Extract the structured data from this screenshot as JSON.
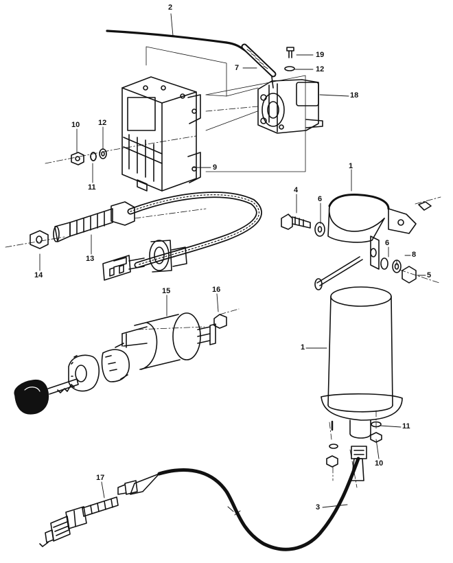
{
  "colors": {
    "ink": "#111111",
    "paper": "#ffffff"
  },
  "callouts": [
    {
      "id": "c2",
      "text": "2"
    },
    {
      "id": "c19",
      "text": "19"
    },
    {
      "id": "c7",
      "text": "7"
    },
    {
      "id": "c12a",
      "text": "12"
    },
    {
      "id": "c18",
      "text": "18"
    },
    {
      "id": "c10a",
      "text": "10"
    },
    {
      "id": "c12b",
      "text": "12"
    },
    {
      "id": "c11a",
      "text": "11"
    },
    {
      "id": "c9",
      "text": "9"
    },
    {
      "id": "c1a",
      "text": "1"
    },
    {
      "id": "c4",
      "text": "4"
    },
    {
      "id": "c6a",
      "text": "6"
    },
    {
      "id": "c13",
      "text": "13"
    },
    {
      "id": "c14",
      "text": "14"
    },
    {
      "id": "c6b",
      "text": "6"
    },
    {
      "id": "c8",
      "text": "8"
    },
    {
      "id": "c5",
      "text": "5"
    },
    {
      "id": "c15",
      "text": "15"
    },
    {
      "id": "c16",
      "text": "16"
    },
    {
      "id": "c1b",
      "text": "1"
    },
    {
      "id": "c11b",
      "text": "11"
    },
    {
      "id": "c10b",
      "text": "10"
    },
    {
      "id": "c17",
      "text": "17"
    },
    {
      "id": "c3",
      "text": "3"
    }
  ],
  "parts": [
    {
      "id": "hose",
      "icon": "hose-icon"
    },
    {
      "id": "vacuum-unit",
      "icon": "vacuum-unit-icon"
    },
    {
      "id": "control-unit",
      "icon": "control-unit-icon"
    },
    {
      "id": "shielded-cable",
      "icon": "shielded-cable-icon"
    },
    {
      "id": "coil-bracket",
      "icon": "bracket-icon"
    },
    {
      "id": "ignition-coil",
      "icon": "ignition-coil-icon"
    },
    {
      "id": "ignition-switch",
      "icon": "ignition-switch-icon"
    },
    {
      "id": "key",
      "icon": "key-icon"
    },
    {
      "id": "spark-plug",
      "icon": "spark-plug-icon"
    },
    {
      "id": "ht-lead",
      "icon": "ht-lead-icon"
    }
  ]
}
